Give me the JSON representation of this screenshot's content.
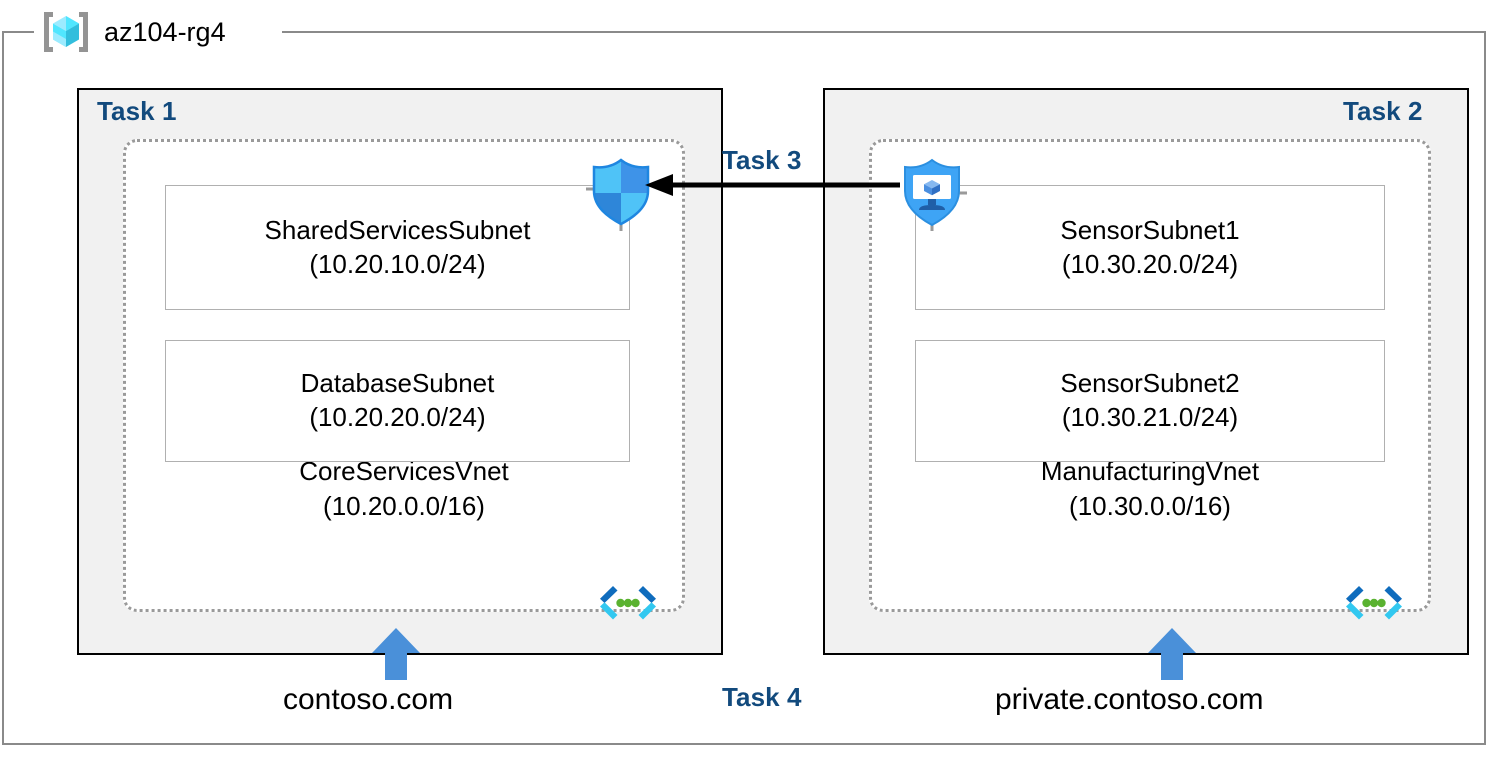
{
  "resource_group": {
    "name": "az104-rg4",
    "icon": "azure-resource-group-cube-icon"
  },
  "tasks": {
    "task1_label": "Task 1",
    "task2_label": "Task 2",
    "task3_label": "Task 3",
    "task4_label": "Task 4"
  },
  "vnets": [
    {
      "id": "corevnet",
      "name": "CoreServicesVnet",
      "cidr": "(10.20.0.0/16)",
      "icon": "virtual-network-icon",
      "subnets": [
        {
          "name": "SharedServicesSubnet",
          "cidr": "(10.20.10.0/24)"
        },
        {
          "name": "DatabaseSubnet",
          "cidr": "(10.20.20.0/24)"
        }
      ]
    },
    {
      "id": "manufacturingvnet",
      "name": "ManufacturingVnet",
      "cidr": "(10.30.0.0/16)",
      "icon": "virtual-network-icon",
      "subnets": [
        {
          "name": "SensorSubnet1",
          "cidr": "(10.30.20.0/24)"
        },
        {
          "name": "SensorSubnet2",
          "cidr": "(10.30.21.0/24)"
        }
      ]
    }
  ],
  "icons": {
    "nsg_shield": "network-security-group-shield-icon",
    "vm_shield": "protected-virtual-machine-shield-icon",
    "peering_arrow": "peering-arrow-icon",
    "dns_arrow": "dns-zone-arrow-icon"
  },
  "dns_zones": [
    {
      "name": "contoso.com"
    },
    {
      "name": "private.contoso.com"
    }
  ],
  "colors": {
    "task_label": "#124a7d",
    "panel_fill": "#f1f1f1",
    "panel_border": "#000000",
    "vnet_border": "#9a9a9a",
    "subnet_border": "#b0b0b0",
    "rg_border": "#8a8a8a",
    "dns_arrow": "#4a90d9",
    "peering_arrow": "#000000",
    "shield_blue": "#3ea4f5",
    "vnet_icon_blue": "#0f6cbd",
    "vnet_icon_cyan": "#32c8f0",
    "vnet_icon_green": "#5ab230",
    "rg_cube_cyan": "#50e6ff",
    "rg_bracket_gray": "#949494"
  }
}
